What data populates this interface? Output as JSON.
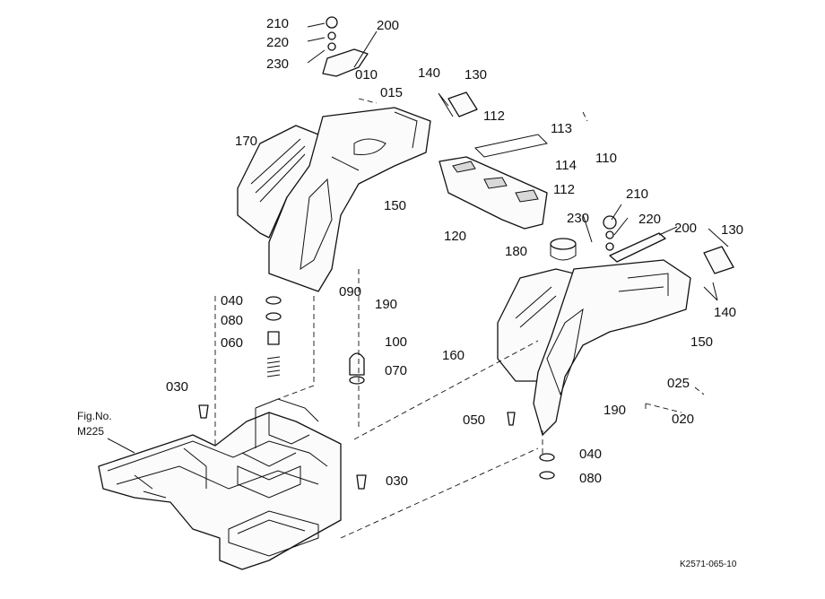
{
  "figure_ref": {
    "line1": "Fig.No.",
    "line2": "M225"
  },
  "drawing_id": "K2571-065-10",
  "labels": {
    "p210a": "210",
    "p220a": "220",
    "p230a": "230",
    "p200a": "200",
    "p010": "010",
    "p015": "015",
    "p140a": "140",
    "p130a": "130",
    "p112a": "112",
    "p113": "113",
    "p114": "114",
    "p110": "110",
    "p112b": "112",
    "p170": "170",
    "p150a": "150",
    "p120": "120",
    "p210b": "210",
    "p230b": "230",
    "p220b": "220",
    "p200b": "200",
    "p130b": "130",
    "p180": "180",
    "p090": "090",
    "p190a": "190",
    "p040a": "040",
    "p080a": "080",
    "p060": "060",
    "p100": "100",
    "p070": "070",
    "p140b": "140",
    "p150b": "150",
    "p160": "160",
    "p025": "025",
    "p190b": "190",
    "p020": "020",
    "p030a": "030",
    "p050": "050",
    "p040b": "040",
    "p080b": "080",
    "p030b": "030"
  }
}
